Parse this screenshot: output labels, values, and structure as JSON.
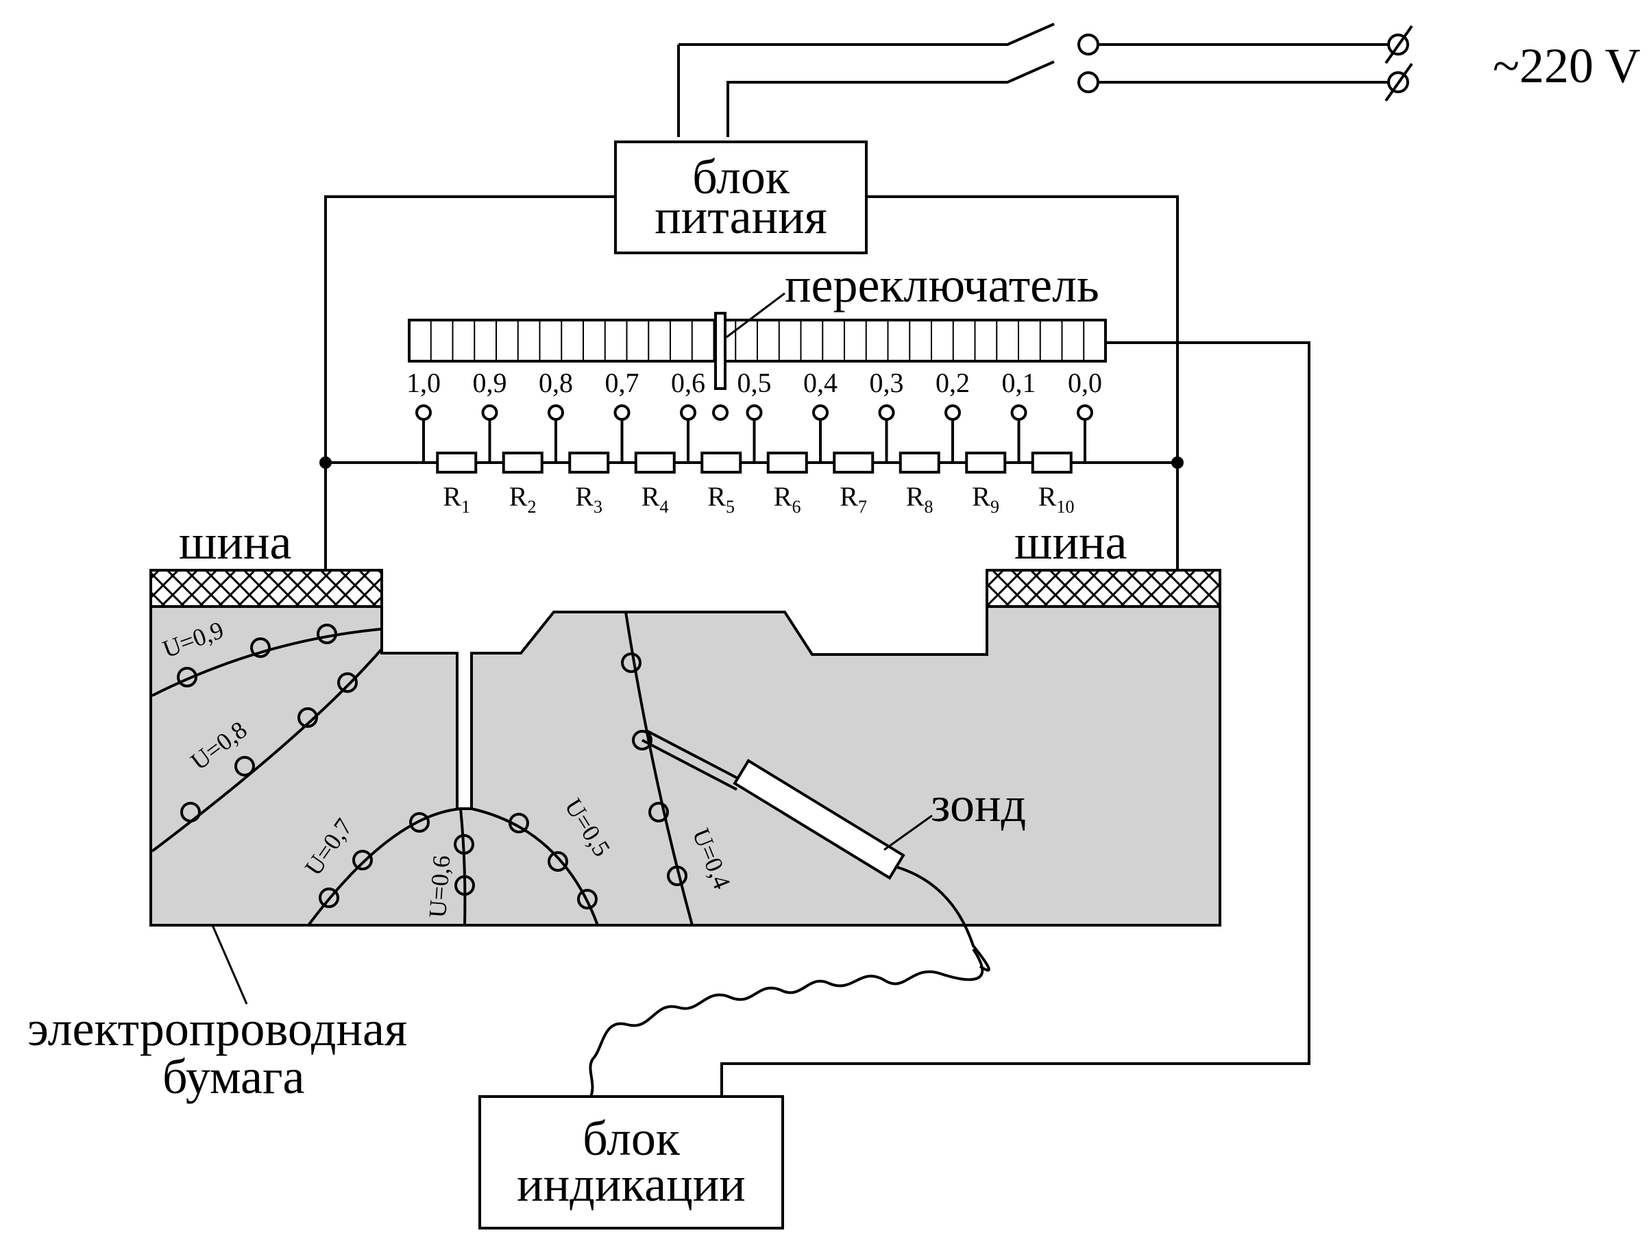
{
  "labels": {
    "mains_voltage": "~220 V",
    "power_supply_line1": "блок",
    "power_supply_line2": "питания",
    "switch_label": "переключатель",
    "bus_left": "шина",
    "bus_right": "шина",
    "probe": "зонд",
    "paper_line1": "электропроводная",
    "paper_line2": "бумага",
    "indicator_line1": "блок",
    "indicator_line2": "индикации"
  },
  "switch_scale": [
    "1,0",
    "0,9",
    "0,8",
    "0,7",
    "0,6",
    "0,5",
    "0,4",
    "0,3",
    "0,2",
    "0,1",
    "0,0"
  ],
  "resistors": [
    {
      "letter": "R",
      "sub": "1"
    },
    {
      "letter": "R",
      "sub": "2"
    },
    {
      "letter": "R",
      "sub": "3"
    },
    {
      "letter": "R",
      "sub": "4"
    },
    {
      "letter": "R",
      "sub": "5"
    },
    {
      "letter": "R",
      "sub": "6"
    },
    {
      "letter": "R",
      "sub": "7"
    },
    {
      "letter": "R",
      "sub": "8"
    },
    {
      "letter": "R",
      "sub": "9"
    },
    {
      "letter": "R",
      "sub": "10"
    }
  ],
  "equipotentials": [
    {
      "label": "U=0,9"
    },
    {
      "label": "U=0,8"
    },
    {
      "label": "U=0,7"
    },
    {
      "label": "U=0,6"
    },
    {
      "label": "U=0,5"
    },
    {
      "label": "U=0,4"
    }
  ],
  "colors": {
    "paper_fill": "#d2d2d2",
    "line": "#000000",
    "background": "#ffffff"
  }
}
